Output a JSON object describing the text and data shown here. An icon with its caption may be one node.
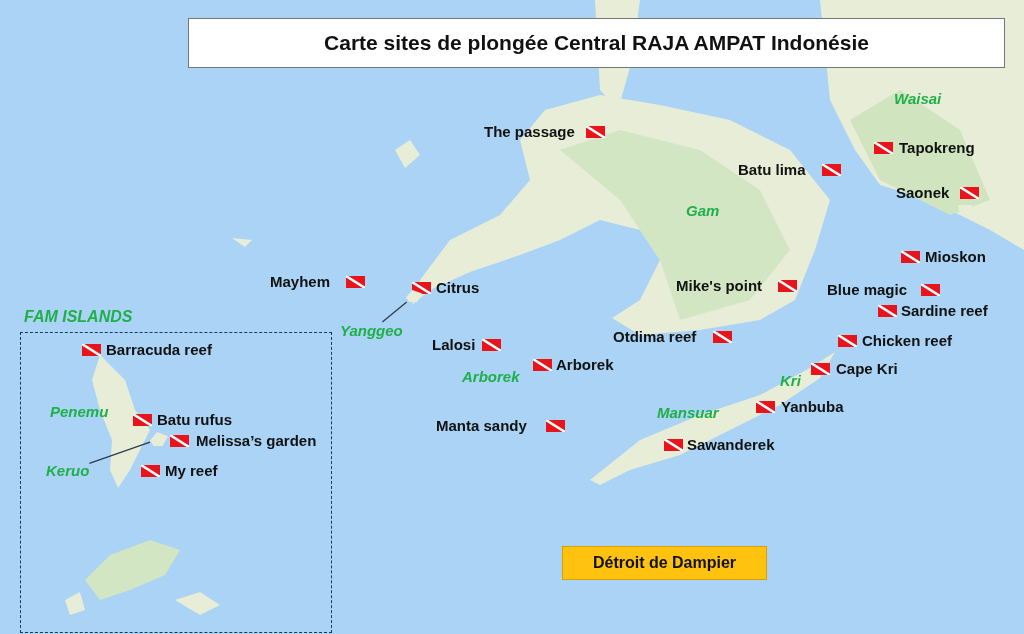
{
  "diagram": {
    "title": "Carte sites de plongée Central RAJA AMPAT Indonésie",
    "nodes": [
      {
        "text": [
          "FAM ISLANDS"
        ]
      },
      {
        "text": [
          "Keruo"
        ],
        "in": 0
      },
      {
        "text": [],
        "shape": "picture",
        "in": 0
      },
      {
        "text": [
          "Yanggeo"
        ]
      },
      {
        "text": [],
        "shape": "picture"
      },
      {
        "text": [
          "Détroit de Dampier"
        ]
      }
    ],
    "edges": [
      {
        "from": 1,
        "to": 2,
        "arrow": "none"
      },
      {
        "from": 3,
        "to": 4,
        "arrow": "none"
      }
    ],
    "labels": [
      "Waisai",
      "The passage",
      "Tapokreng",
      "Batu lima",
      "Saonek",
      "Gam",
      "Mioskon",
      "Mayhem",
      "Citrus",
      "Mike's point",
      "Blue magic",
      "Sardine reef",
      "Lalosi",
      "Otdima reef",
      "Chicken reef",
      "Arborek",
      "Arborek",
      "Cape Kri",
      "Kri",
      "Manta sandy",
      "Mansuar",
      "Yanbuba",
      "Sawanderek",
      "Barracuda reef",
      "Penemu",
      "Batu rufus",
      "Melissa’s garden",
      "My reef"
    ]
  }
}
